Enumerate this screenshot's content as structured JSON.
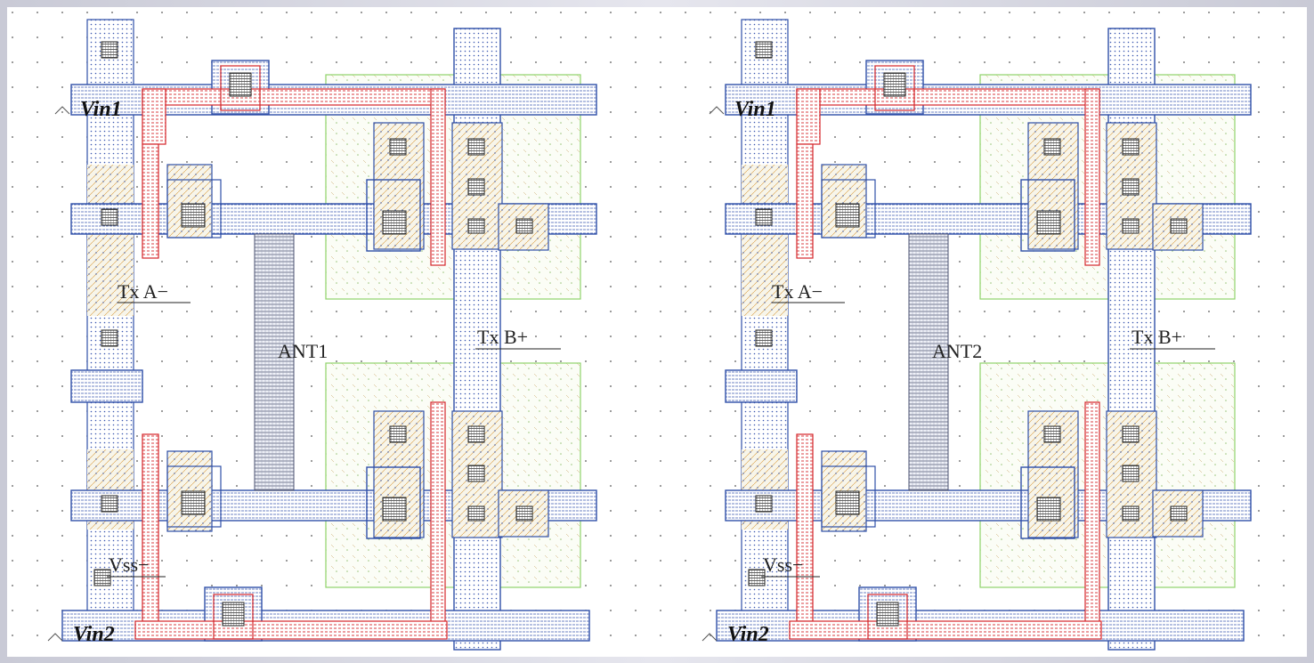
{
  "panels": [
    {
      "id": "left",
      "labels": {
        "vin1": "Vin1",
        "vin2": "Vin2",
        "tx_a": "Tx A−",
        "tx_b": "Tx B+",
        "ant": "ANT1",
        "vss": "Vss−"
      }
    },
    {
      "id": "right",
      "labels": {
        "vin1": "Vin1",
        "vin2": "Vin2",
        "tx_a": "Tx A−",
        "tx_b": "Tx B+",
        "ant": "ANT2",
        "vss": "Vss−"
      }
    }
  ],
  "colors": {
    "metal": "#2f4fa8",
    "poly": "#d4262a",
    "active": "#8fd36a",
    "diffusion": "#d99a3a",
    "background": "#ffffff"
  }
}
